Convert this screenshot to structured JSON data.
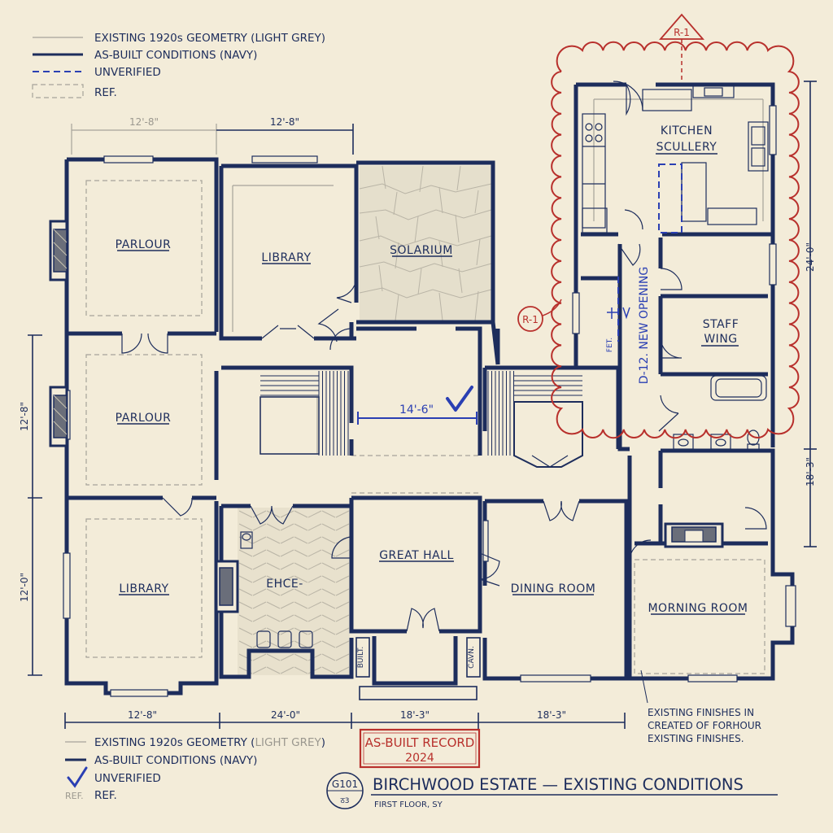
{
  "legend_top": {
    "items": [
      {
        "label": "EXISTING 1920s GEOMETRY (LIGHT GREY)"
      },
      {
        "label": "AS-BUILT CONDITIONS (NAVY)"
      },
      {
        "label": "UNVERIFIED"
      },
      {
        "label": "REF."
      }
    ]
  },
  "legend_bottom": {
    "items": [
      {
        "label_main": "EXISTING 1920s GEOMETRY (",
        "label_grey": "LIGHT GREY",
        "label_end": ")"
      },
      {
        "label": "AS-BUILT CONDITIONS (NAVY)"
      },
      {
        "label": "UNVERIFIED"
      },
      {
        "symbol": "REF.",
        "label": "REF."
      }
    ]
  },
  "rooms": {
    "parlour_top": "PARLOUR",
    "library_top": "LIBRARY",
    "solarium": "SOLARIUM",
    "kitchen_line1": "KITCHEN",
    "kitchen_line2": "SCULLERY",
    "staff_line1": "STAFF",
    "staff_line2": "WING",
    "parlour_mid": "PARLOUR",
    "library_bottom": "LIBRARY",
    "entrance": "EHCE-",
    "great_hall": "GREAT HALL",
    "dining_room": "DINING ROOM",
    "morning_room": "MORNING ROOM",
    "built": "BUILT.",
    "cabin": "CAVN.",
    "fet": "FET."
  },
  "dimensions": {
    "top_grey": "12'-8\"",
    "top_navy": "12'-8\"",
    "left_upper": "12'-8\"",
    "left_lower": "12'-0\"",
    "right_upper": "24'-0\"",
    "right_lower": "18'-3\"",
    "bottom": [
      "12'-8\"",
      "24'-0\"",
      "18'-3\"",
      "18'-3\""
    ],
    "hall_span": "14'-6\""
  },
  "annotations": {
    "revision_tag": "R-1",
    "revision_bubble": "R-1",
    "new_opening": "D-12. NEW OPENING",
    "note": [
      "EXISTING FINISHES IN",
      "CREATED OF FORHOUR",
      "EXISTING FINISHES."
    ]
  },
  "stamp": {
    "line1": "AS-BUILT RECORD",
    "line2": "2024"
  },
  "title_block": {
    "sheet": "G101",
    "scale": "ठ3",
    "title": "BIRCHWOOD ESTATE — EXISTING CONDITIONS",
    "subtitle": "FIRST FLOOR, SY"
  },
  "colors": {
    "paper": "#f3ecd9",
    "navy": "#1d2d5c",
    "grey": "#a6a39a",
    "unverified_blue": "#2a3fb3",
    "red": "#b8302c"
  }
}
